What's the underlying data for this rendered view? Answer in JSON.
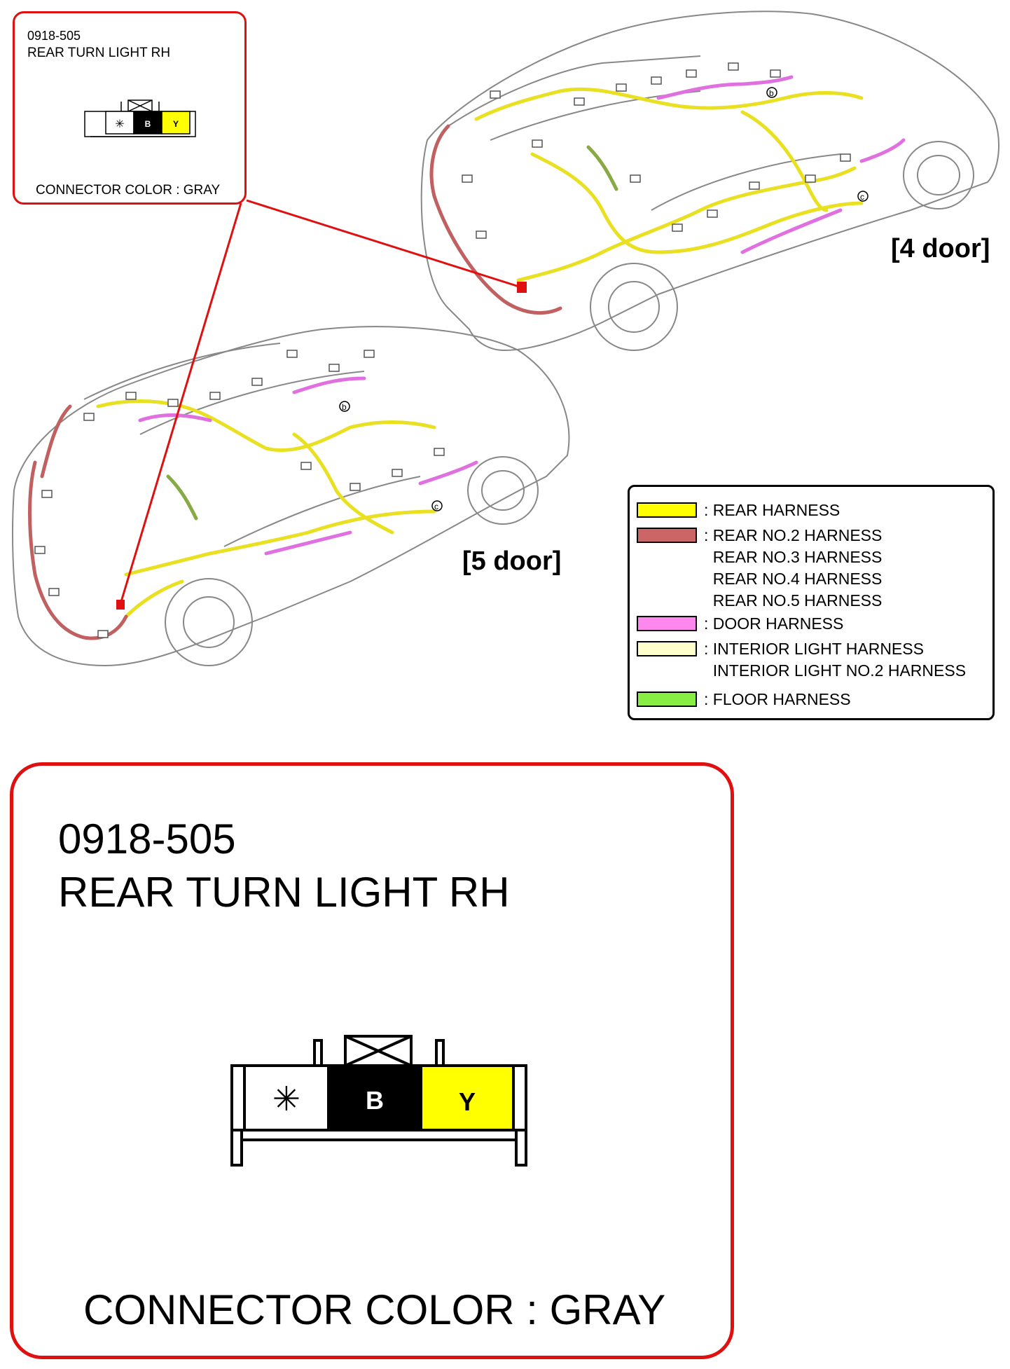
{
  "small_callout": {
    "code": "0918-505",
    "name": "REAR TURN LIGHT RH",
    "connector_color": "CONNECTOR COLOR : GRAY"
  },
  "connector": {
    "terminals": [
      {
        "label": "✳",
        "color": "#ffffff",
        "text_color": "#000000"
      },
      {
        "label": "B",
        "color": "#000000",
        "text_color": "#ffffff"
      },
      {
        "label": "Y",
        "color": "#ffff00",
        "text_color": "#000000"
      }
    ]
  },
  "vehicles": {
    "four_door": "[4 door]",
    "five_door": "[5 door]",
    "point_b": "b",
    "point_c": "c"
  },
  "legend": [
    {
      "color": "#ffff00",
      "lines": [
        ": REAR HARNESS"
      ]
    },
    {
      "color": "#cc6666",
      "lines": [
        ": REAR NO.2 HARNESS",
        "  REAR NO.3 HARNESS",
        "  REAR NO.4 HARNESS",
        "  REAR NO.5 HARNESS"
      ]
    },
    {
      "color": "#ff88ee",
      "lines": [
        ": DOOR HARNESS"
      ]
    },
    {
      "color": "#ffffcc",
      "lines": [
        ": INTERIOR LIGHT HARNESS",
        "  INTERIOR LIGHT NO.2 HARNESS"
      ]
    },
    {
      "color": "#88ee44",
      "lines": [
        ": FLOOR HARNESS"
      ]
    }
  ],
  "big_callout": {
    "code": "0918-505",
    "name": "REAR TURN LIGHT RH",
    "connector_color": "CONNECTOR COLOR : GRAY"
  }
}
